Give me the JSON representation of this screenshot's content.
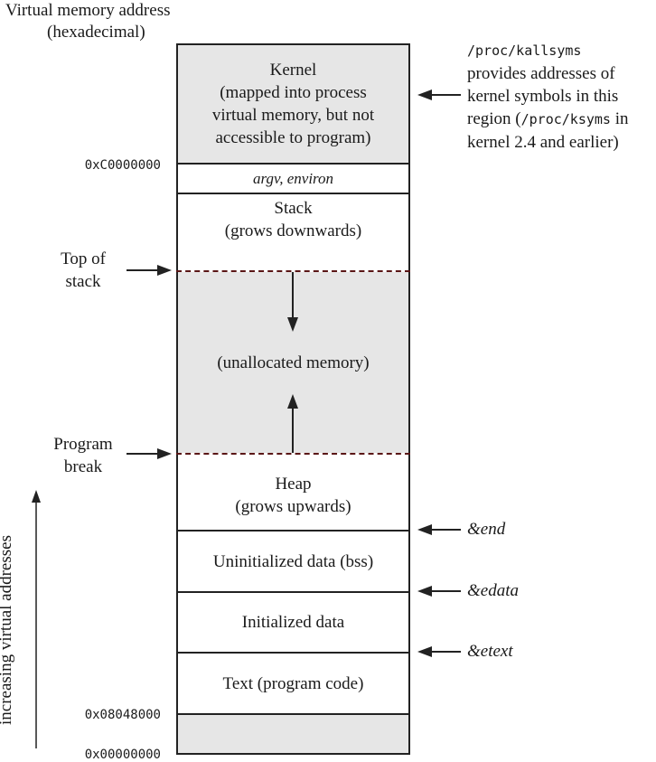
{
  "title": {
    "line1": "Virtual memory address",
    "line2": "(hexadecimal)"
  },
  "regions": {
    "kernel": {
      "line1": "Kernel",
      "line2": "(mapped into process",
      "line3": "virtual memory, but not",
      "line4": "accessible to program)"
    },
    "argv": "argv, environ",
    "stack": {
      "line1": "Stack",
      "line2": "(grows downwards)"
    },
    "unallocated": "(unallocated memory)",
    "heap": {
      "line1": "Heap",
      "line2": "(grows upwards)"
    },
    "bss": "Uninitialized data (bss)",
    "data": "Initialized data",
    "text": "Text (program code)"
  },
  "addresses": {
    "kernel_start": "0xC0000000",
    "text_start": "0x08048000",
    "zero": "0x00000000"
  },
  "side_labels": {
    "top_of_stack": {
      "line1": "Top of",
      "line2": "stack"
    },
    "program_break": {
      "line1": "Program",
      "line2": "break"
    }
  },
  "symbols": {
    "end": "&end",
    "edata": "&edata",
    "etext": "&etext"
  },
  "note": {
    "line1": "/proc/kallsyms",
    "line2": "provides addresses of",
    "line3": "kernel symbols in this",
    "line4_a": "region (",
    "line4_code": "/proc/ksyms",
    "line4_b": " in",
    "line5": "kernel 2.4 and earlier)"
  },
  "vertical_label": "increasing virtual addresses",
  "colors": {
    "gray_fill": "#e6e6e6",
    "dash_red": "#5a1616",
    "line": "#222222"
  }
}
